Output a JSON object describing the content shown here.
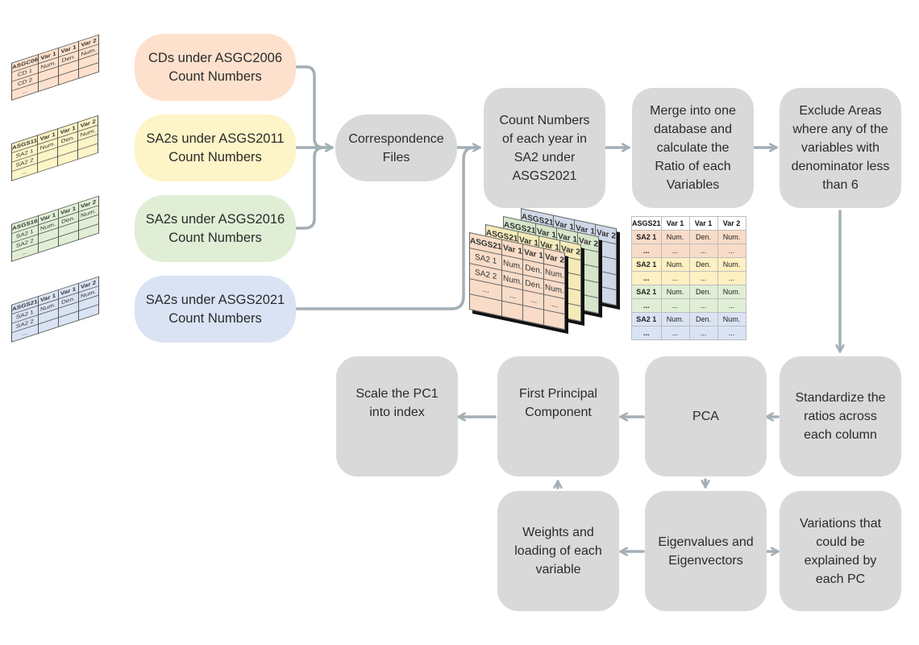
{
  "colors": {
    "gray_node": "#d9d9d9",
    "arrow": "#a3aeb5",
    "peach": "#fde1cd",
    "yellow": "#fdf4c7",
    "green": "#e0eed6",
    "blue": "#dae3f4"
  },
  "inputs": [
    {
      "text": "CDs under ASGC2006\nCount Numbers",
      "color": "peach"
    },
    {
      "text": "SA2s under ASGS2011\nCount Numbers",
      "color": "yellow"
    },
    {
      "text": "SA2s under ASGS2016\nCount Numbers",
      "color": "green"
    },
    {
      "text": "SA2s under ASGS2021\nCount Numbers",
      "color": "blue"
    }
  ],
  "mini_tables": [
    {
      "rows": [
        [
          "ASGC06",
          "Var 1",
          "Var 1",
          "Var 2"
        ],
        [
          "CD 1",
          "Num.",
          "Den.",
          "Num."
        ],
        [
          "CD 2",
          "",
          "",
          ""
        ],
        [
          "...",
          "",
          "",
          ""
        ]
      ]
    },
    {
      "rows": [
        [
          "ASGS11",
          "Var 1",
          "Var 1",
          "Var 2"
        ],
        [
          "SA2 1",
          "Num.",
          "Den.",
          "Num."
        ],
        [
          "SA2 2",
          "",
          "",
          ""
        ],
        [
          "...",
          "",
          "",
          ""
        ]
      ]
    },
    {
      "rows": [
        [
          "ASGS16",
          "Var 1",
          "Var 1",
          "Var 2"
        ],
        [
          "SA2 1",
          "Num.",
          "Den.",
          "Num."
        ],
        [
          "SA2 2",
          "",
          "",
          ""
        ],
        [
          "...",
          "",
          "",
          ""
        ]
      ]
    },
    {
      "rows": [
        [
          "ASGS21",
          "Var 1",
          "Var 1",
          "Var 2"
        ],
        [
          "SA2 1",
          "Num.",
          "Den.",
          "Num."
        ],
        [
          "SA2 2",
          "",
          "",
          ""
        ],
        [
          "...",
          "",
          "",
          ""
        ]
      ]
    }
  ],
  "nodes": {
    "correspondence": "Correspondence\nFiles",
    "count_each_year": "Count Numbers\nof each year in\nSA2 under\nASGS2021",
    "merge": "Merge into one\ndatabase and\ncalculate the\nRatio of each\nVariables",
    "exclude": "Exclude Areas\nwhere any of the\nvariables with\ndenominator less\nthan 6",
    "standardize": "Standardize the\nratios across\neach column",
    "pca": "PCA",
    "first_pc": "First Principal\nComponent",
    "scale": "Scale the PC1\ninto index",
    "eigen": "Eigenvalues and\nEigenvectors",
    "weights": "Weights and\nloading of each\nvariable",
    "variations": "Variations that\ncould be\nexplained by\neach PC"
  },
  "stacked_tables": [
    {
      "rows": [
        [
          "ASGS21",
          "Var 1",
          "Var 1",
          "Var 2"
        ],
        [
          "",
          "",
          "",
          ""
        ],
        [
          "",
          "",
          "",
          ""
        ],
        [
          "",
          "",
          "",
          ""
        ],
        [
          "",
          "",
          "",
          ""
        ]
      ],
      "tint": "#cfd8e8"
    },
    {
      "rows": [
        [
          "ASGS21",
          "Var 1",
          "Var 1",
          "Var 2"
        ],
        [
          "",
          "",
          "",
          ""
        ],
        [
          "",
          "",
          "",
          ""
        ],
        [
          "",
          "",
          "",
          ""
        ],
        [
          "",
          "",
          "",
          ""
        ]
      ],
      "tint": "#d5e6cb"
    },
    {
      "rows": [
        [
          "ASGS21",
          "Var 1",
          "Var 1",
          "Var 2"
        ],
        [
          "",
          "",
          "",
          ""
        ],
        [
          "",
          "",
          "",
          ""
        ],
        [
          "",
          "",
          "",
          ""
        ],
        [
          "",
          "",
          "",
          ""
        ]
      ],
      "tint": "#f3eab8"
    },
    {
      "rows": [
        [
          "ASGS21",
          "Var 1",
          "Var 1",
          "Var 2"
        ],
        [
          "SA2 1",
          "Num.",
          "Den.",
          "Num."
        ],
        [
          "SA2 2",
          "Num.",
          "Den.",
          "Num."
        ],
        [
          "...",
          "...",
          "...",
          "..."
        ],
        [
          "",
          "",
          "",
          ""
        ]
      ],
      "tint": "#f8dcc8"
    }
  ],
  "merged_table": {
    "header": [
      "ASGS21",
      "Var 1",
      "Var 1",
      "Var 2"
    ],
    "rows": [
      {
        "cells": [
          "SA2 1",
          "Num.",
          "Den.",
          "Num."
        ],
        "color": "#f8dcc8"
      },
      {
        "cells": [
          "...",
          "...",
          "...",
          "..."
        ],
        "color": "#f8dcc8"
      },
      {
        "cells": [
          "SA2 1",
          "Num.",
          "Den.",
          "Num."
        ],
        "color": "#fdf0c2"
      },
      {
        "cells": [
          "...",
          "...",
          "...",
          "..."
        ],
        "color": "#fdf0c2"
      },
      {
        "cells": [
          "SA2 1",
          "Num.",
          "Den.",
          "Num."
        ],
        "color": "#e0eed6"
      },
      {
        "cells": [
          "...",
          "...",
          "...",
          "..."
        ],
        "color": "#e0eed6"
      },
      {
        "cells": [
          "SA2 1",
          "Num.",
          "Den.",
          "Num."
        ],
        "color": "#dae3f4"
      },
      {
        "cells": [
          "...",
          "...",
          "...",
          "..."
        ],
        "color": "#dae3f4"
      }
    ]
  }
}
